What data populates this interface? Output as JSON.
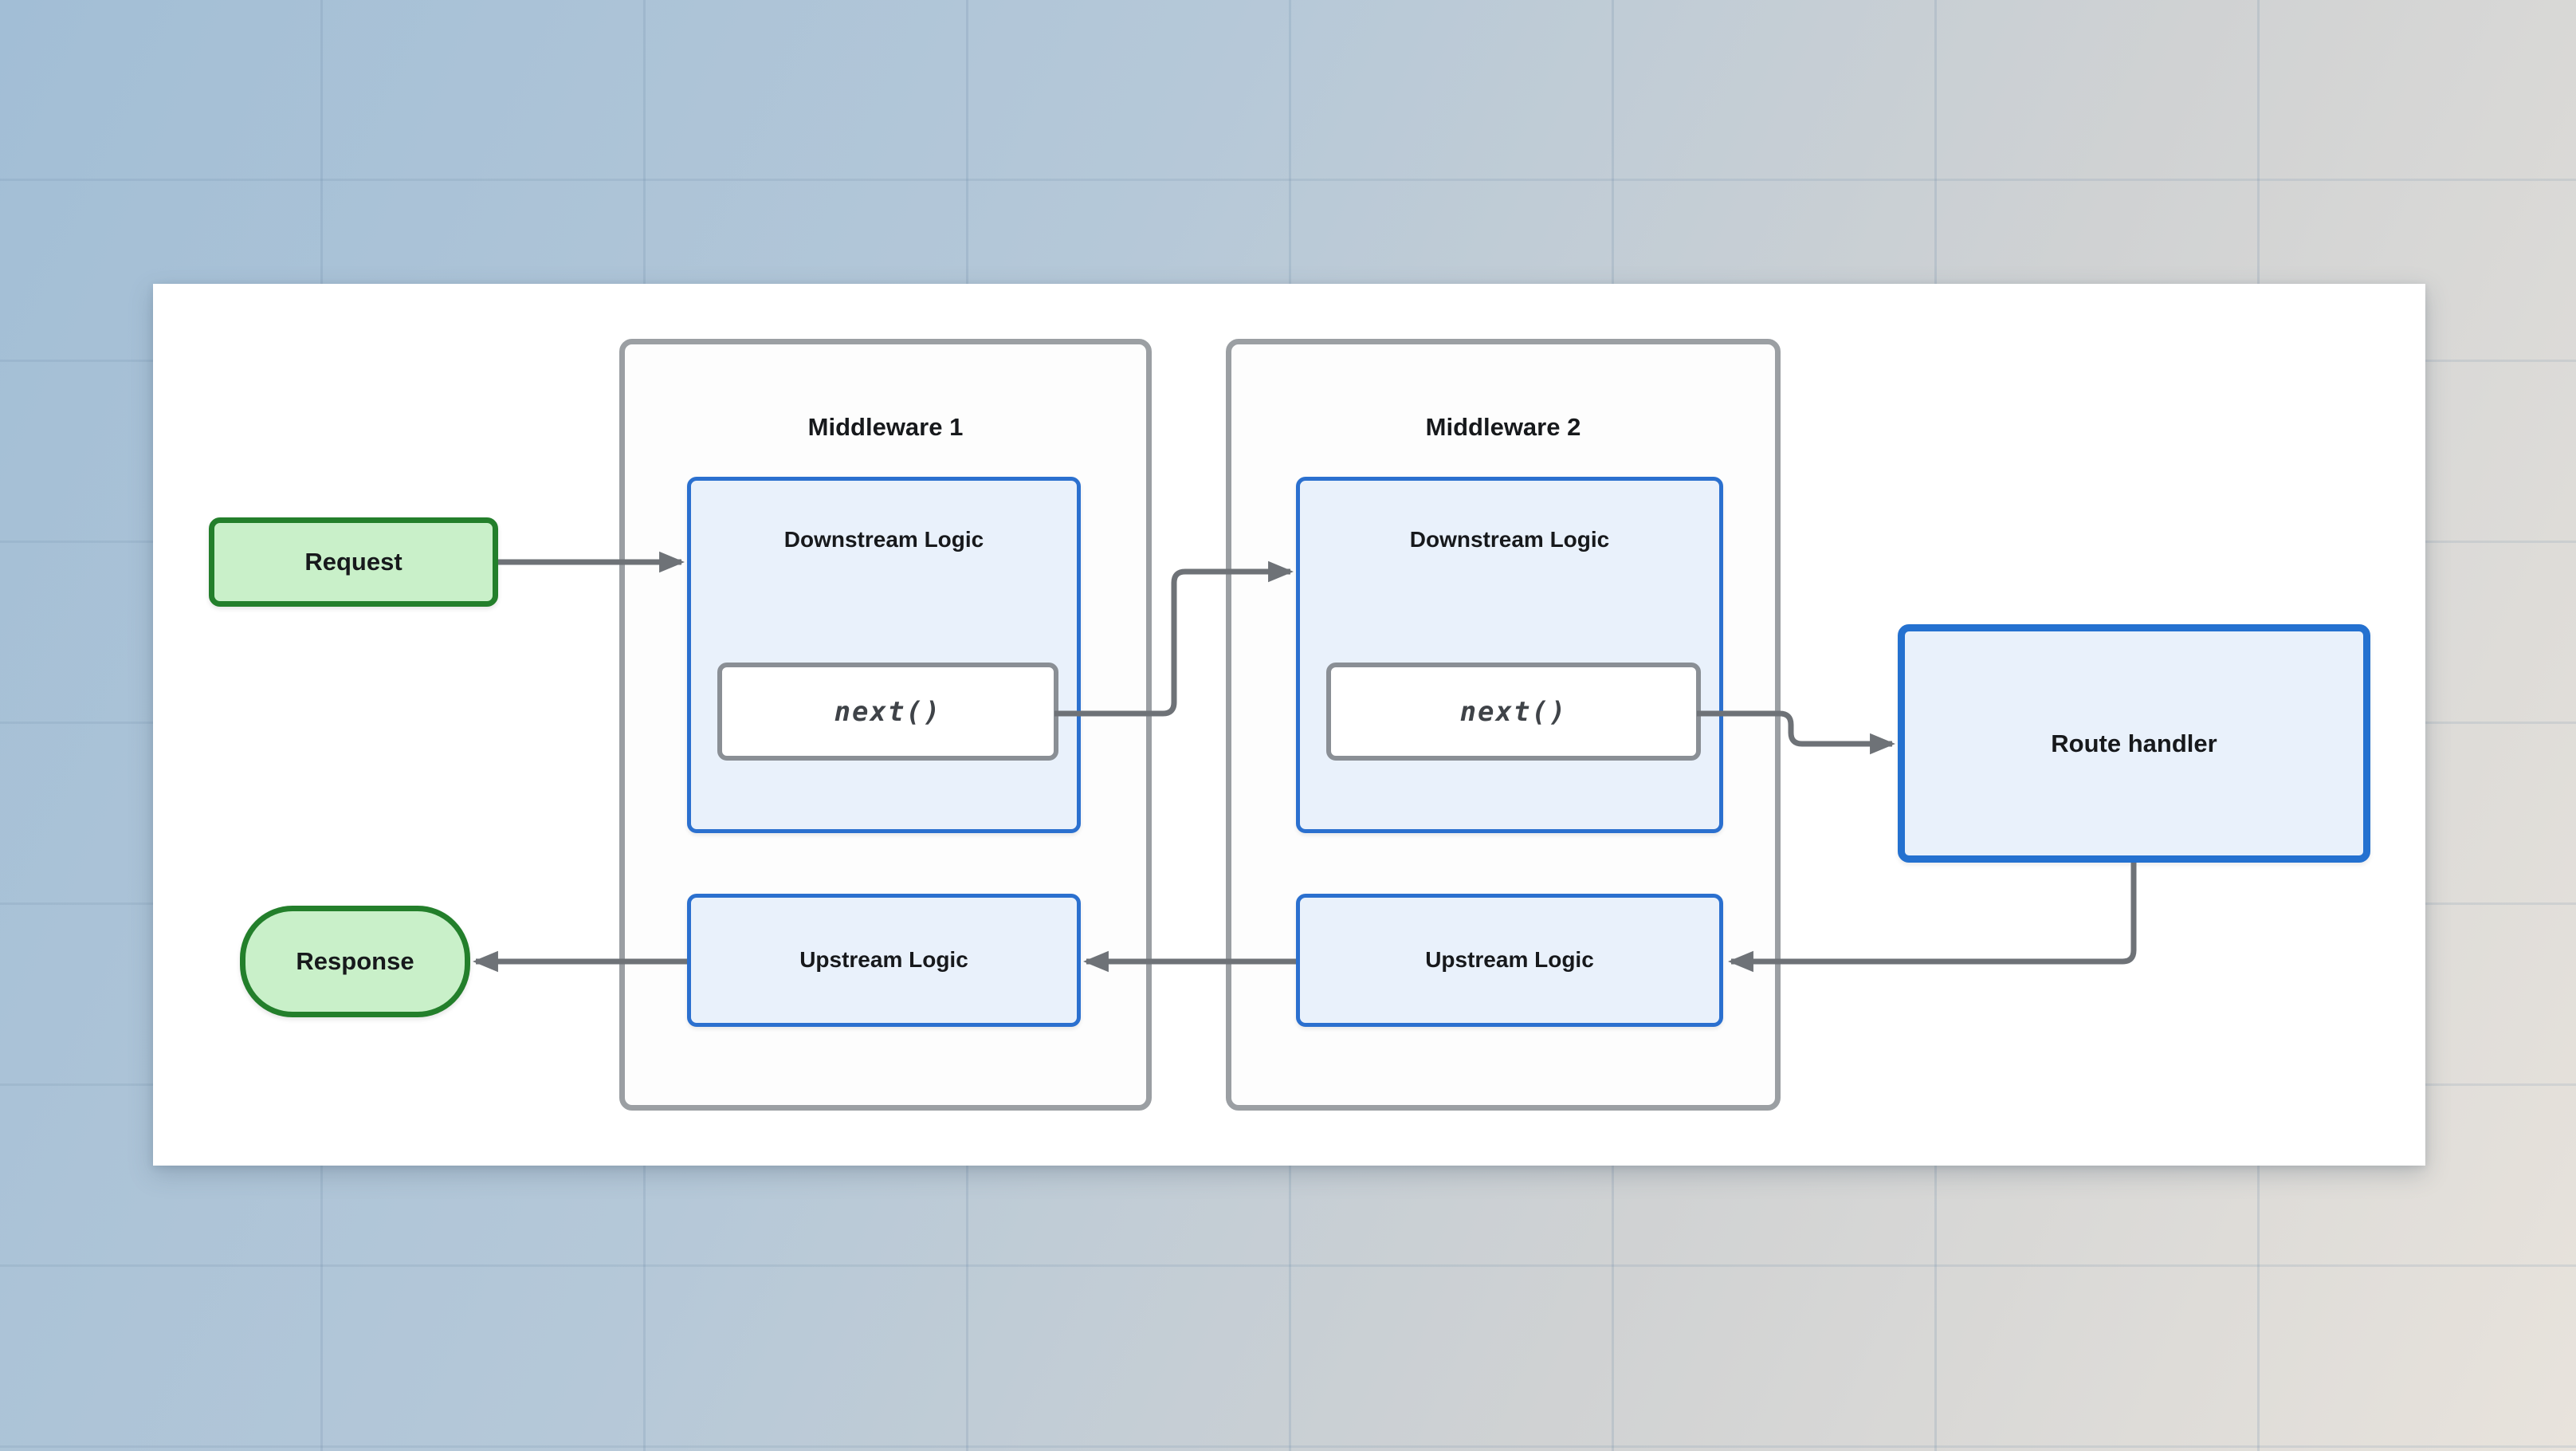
{
  "diagram": {
    "nodes": {
      "request": {
        "label": "Request"
      },
      "middleware1": {
        "title": "Middleware 1",
        "downstream_label": "Downstream Logic",
        "next_label": "next()",
        "upstream_label": "Upstream Logic"
      },
      "middleware2": {
        "title": "Middleware 2",
        "downstream_label": "Downstream Logic",
        "next_label": "next()",
        "upstream_label": "Upstream Logic"
      },
      "route_handler": {
        "label": "Route handler"
      },
      "response": {
        "label": "Response"
      }
    },
    "connectors": [
      {
        "from": "request",
        "to": "middleware1-downstream"
      },
      {
        "from": "middleware1-next",
        "to": "middleware2-downstream"
      },
      {
        "from": "middleware2-next",
        "to": "route-handler"
      },
      {
        "from": "route-handler",
        "to": "middleware2-upstream"
      },
      {
        "from": "middleware2-upstream",
        "to": "middleware1-upstream"
      },
      {
        "from": "middleware1-upstream",
        "to": "response"
      }
    ],
    "colors": {
      "background_top_left": "#a2bed6",
      "background_bottom_right": "#e8e3dc",
      "canvas": "#ffffff",
      "container_border": "#9b9fa3",
      "logic_fill": "#e9f1fb",
      "logic_border": "#2b70cf",
      "route_border": "#2471d0",
      "next_border": "#8a8f95",
      "green_fill": "#c9f0c9",
      "green_border": "#237f2b",
      "connector": "#6e7277",
      "label_text": "#17191c",
      "next_text": "#3f4348"
    }
  }
}
